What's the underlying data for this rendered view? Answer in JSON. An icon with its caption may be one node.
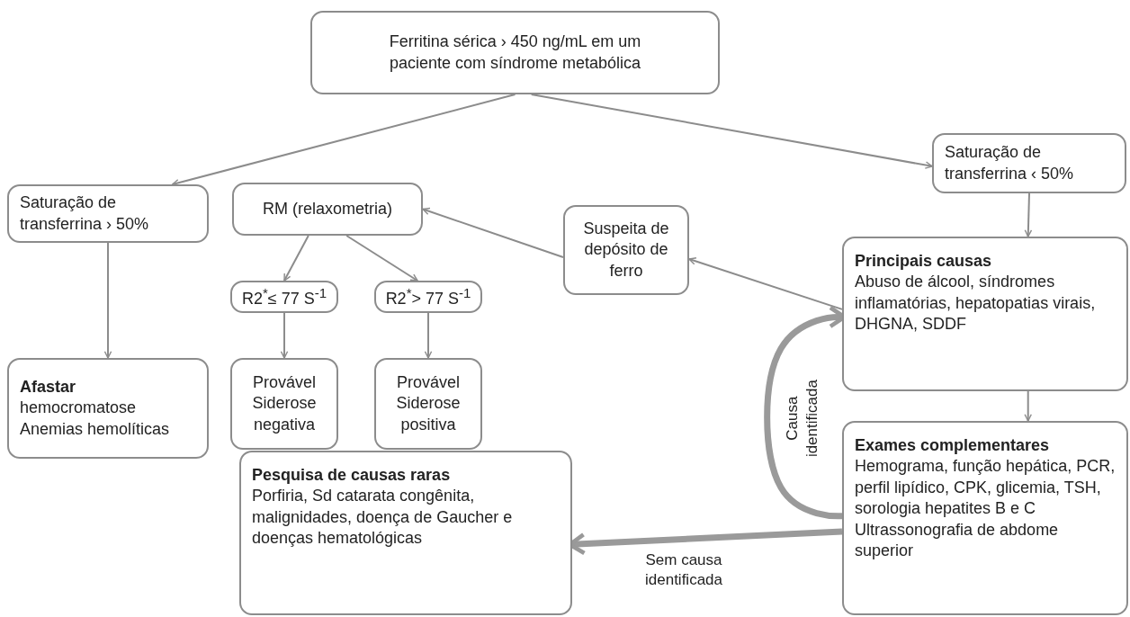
{
  "diagram": {
    "nodes": [
      {
        "text": [
          "Ferritina sérica › 450 ng/mL em um paciente com síndrome metabólica"
        ]
      },
      {
        "text": [
          "Saturação de transferrina › 50%"
        ]
      },
      {
        "text": [
          "RM (relaxometria)"
        ]
      },
      {
        "text": [
          "Suspeita de depósito de ferro"
        ]
      },
      {
        "text": [
          "Saturação de transferrina ‹ 50%"
        ]
      },
      {
        "text": [
          "Principais causas",
          "Abuso de álcool, síndromes inflamatórias, hepatopatias virais, DHGNA, SDDF"
        ]
      },
      {
        "text": [
          "R2$^{*}$≤ 77 S$^{-1}$"
        ]
      },
      {
        "text": [
          "R2$^{*}$> 77 S$^{-1}$"
        ]
      },
      {
        "text": [
          "Afastar",
          "hemocromatose",
          "Anemias hemolíticas"
        ]
      },
      {
        "text": [
          "Provável Siderose negativa"
        ]
      },
      {
        "text": [
          "Provável Siderose positiva"
        ]
      },
      {
        "text": [
          "Exames complementares",
          "Hemograma, função hepática, PCR, perfil lipídico, CPK, glicemia, TSH, sorologia hepatites B e C",
          "Ultrassonografia de abdome superior"
        ]
      },
      {
        "text": [
          "Pesquisa de causas raras",
          "Porfiria, Sd catarata congênita, malignidades, doença de Gaucher e doenças hematológicas"
        ]
      }
    ],
    "edges": [
      {
        "from": 0,
        "to": 1,
        "arrow": "to"
      },
      {
        "from": 0,
        "to": 4,
        "arrow": "to"
      },
      {
        "from": 1,
        "to": 8,
        "arrow": "to"
      },
      {
        "from": 2,
        "to": 6,
        "arrow": "to"
      },
      {
        "from": 2,
        "to": 7,
        "arrow": "to"
      },
      {
        "from": 6,
        "to": 9,
        "arrow": "to"
      },
      {
        "from": 7,
        "to": 10,
        "arrow": "to"
      },
      {
        "from": 4,
        "to": 5,
        "arrow": "to"
      },
      {
        "from": 5,
        "to": 3,
        "arrow": "to"
      },
      {
        "from": 3,
        "to": 2,
        "arrow": "to"
      },
      {
        "from": 5,
        "to": 11,
        "arrow": "to"
      },
      {
        "from": 11,
        "to": 5,
        "arrow": "to",
        "label": "Causa identificada",
        "style": "thick"
      },
      {
        "from": 11,
        "to": 12,
        "arrow": "to",
        "label": "Sem causa identificada",
        "style": "thick"
      }
    ]
  }
}
